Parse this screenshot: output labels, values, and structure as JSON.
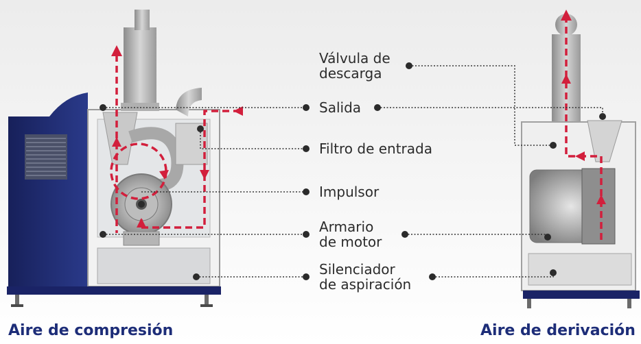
{
  "labels": {
    "valvula": [
      "Válvula de",
      "descarga"
    ],
    "salida": "Salida",
    "filtro": "Filtro de entrada",
    "impulsor": "Impulsor",
    "armario": [
      "Armario",
      "de motor"
    ],
    "silenciador": [
      "Silenciador",
      "de aspiración"
    ]
  },
  "captions": {
    "left": "Aire de compresión",
    "right": "Aire de derivación"
  },
  "colors": {
    "flow_arrow": "#d21f3c",
    "cabinet_blue": "#1f2a6e",
    "caption": "#1d2d78",
    "leader": "#333333"
  }
}
